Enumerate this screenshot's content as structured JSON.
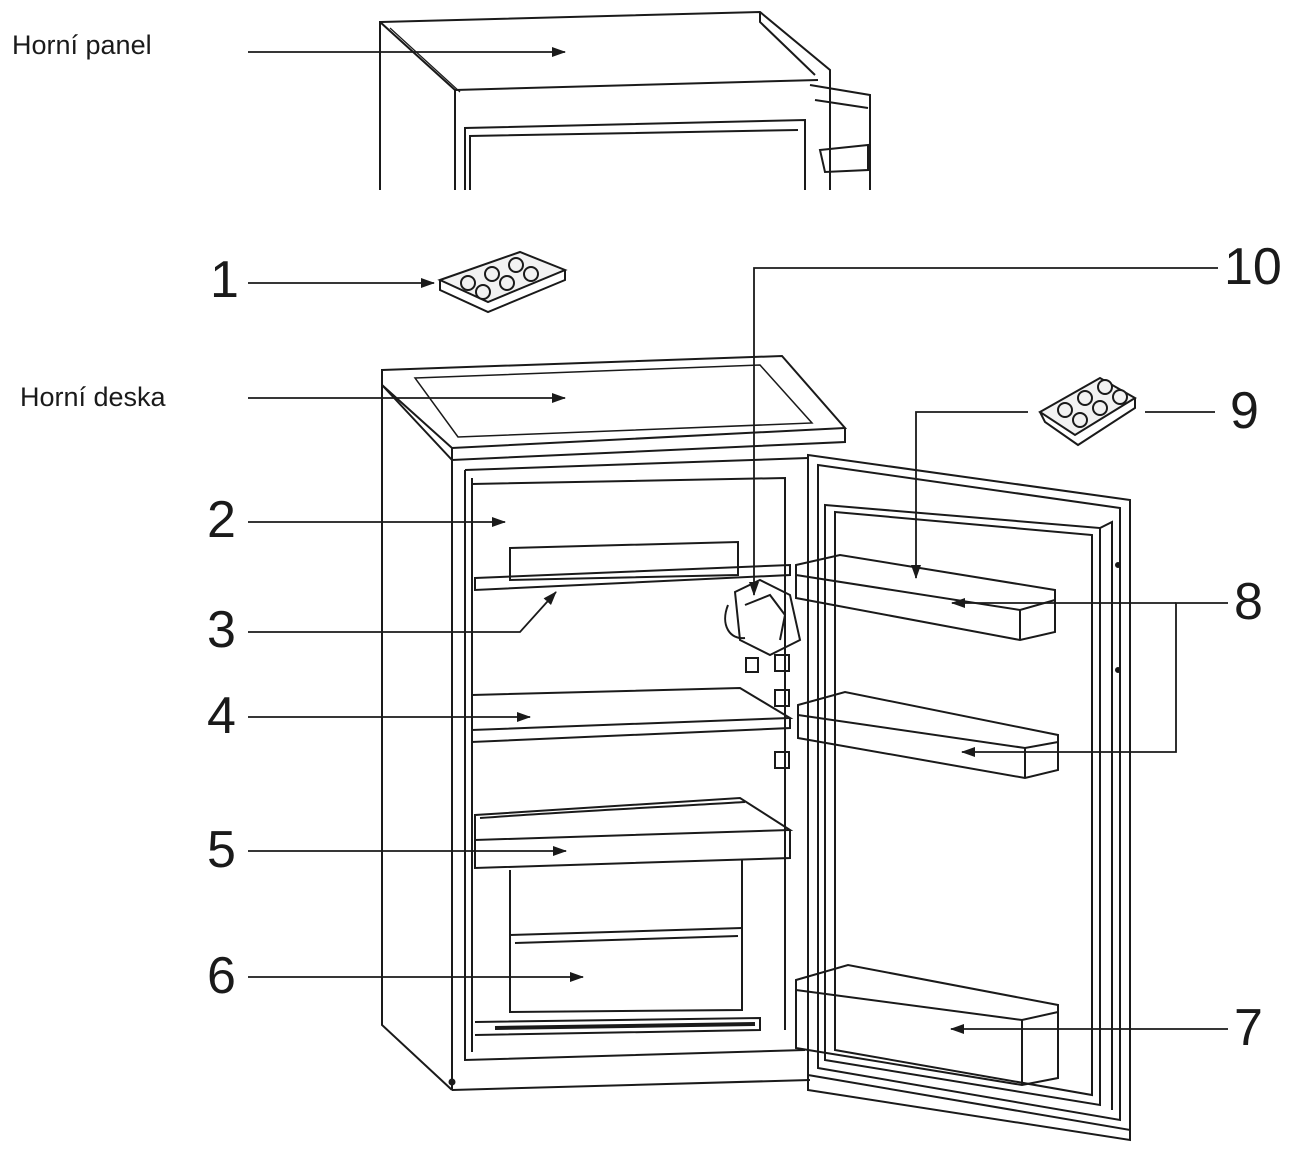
{
  "labels": {
    "top_panel": "Horní panel",
    "top_board": "Horní deska",
    "n1": "1",
    "n2": "2",
    "n3": "3",
    "n4": "4",
    "n5": "5",
    "n6": "6",
    "n7": "7",
    "n8": "8",
    "n9": "9",
    "n10": "10"
  },
  "colors": {
    "line": "#1a1a1a",
    "background": "#ffffff"
  }
}
